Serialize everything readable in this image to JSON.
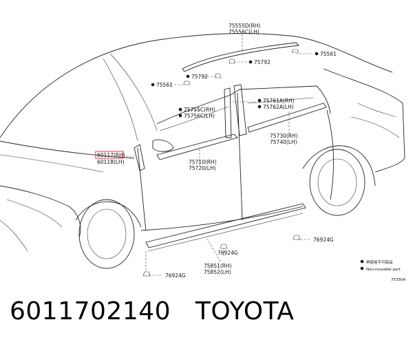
{
  "caption": {
    "part_number": "6011702140",
    "brand": "TOYOTA"
  },
  "callouts": {
    "roof_rh": "75555D(RH)",
    "roof_lh": "75556C(LH)",
    "clip_75561_right": "75561",
    "clip_75792_top": "75792",
    "clip_75792_mid": "75792",
    "clip_75561_left": "75561",
    "pillar_rh": "75761A(RH)",
    "pillar_lh": "75762A(LH)",
    "window_rh": "75755C(RH)",
    "window_lh": "75756C(LH)",
    "rear_door_rh": "75730(RH)",
    "rear_door_lh": "75740(LH)",
    "cover_rh": "60117(RH)",
    "cover_lh": "60118(LH)",
    "front_door_rh": "75710(RH)",
    "front_door_lh": "75720(LH)",
    "clip_69246_right": "76924G",
    "clip_69246_mid": "76924G",
    "clip_69246_left": "76924G",
    "rocker_rh": "75851(RH)",
    "rocker_lh": "75852(LH)"
  },
  "legend": {
    "item_1": "再使用不可部品",
    "item_2": "Non-reusable part",
    "figure_code": "75350A"
  }
}
